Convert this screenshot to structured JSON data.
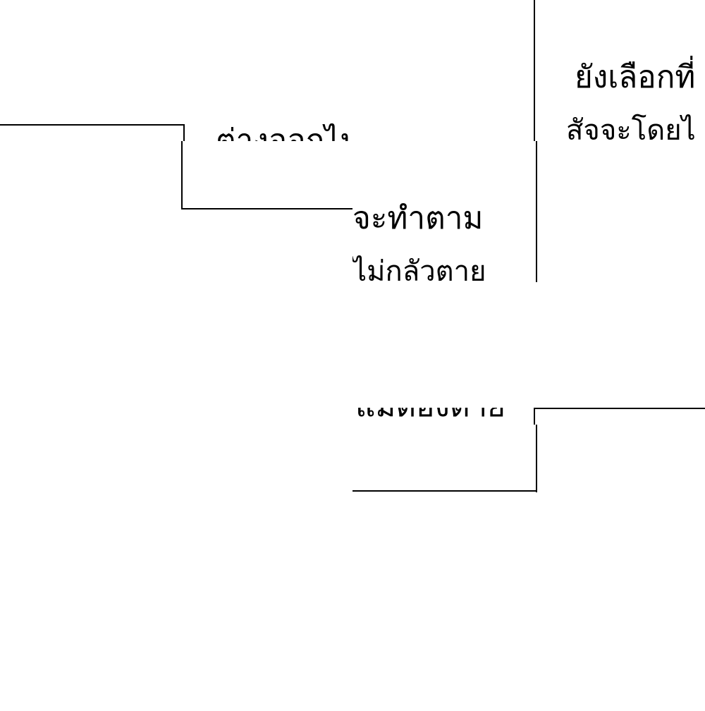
{
  "fragments": {
    "top_left": "ต่างออกไป",
    "top_right_line_1": "ยังเลือกที่",
    "top_right_line_2": "สัจจะโดยไ",
    "middle_line_1": "จะทำตาม",
    "middle_line_2": "ไม่กลัวตาย",
    "lower_middle": "แม้ต้องตาย"
  },
  "colors": {
    "background": "#ffffff",
    "ink": "#000000"
  }
}
